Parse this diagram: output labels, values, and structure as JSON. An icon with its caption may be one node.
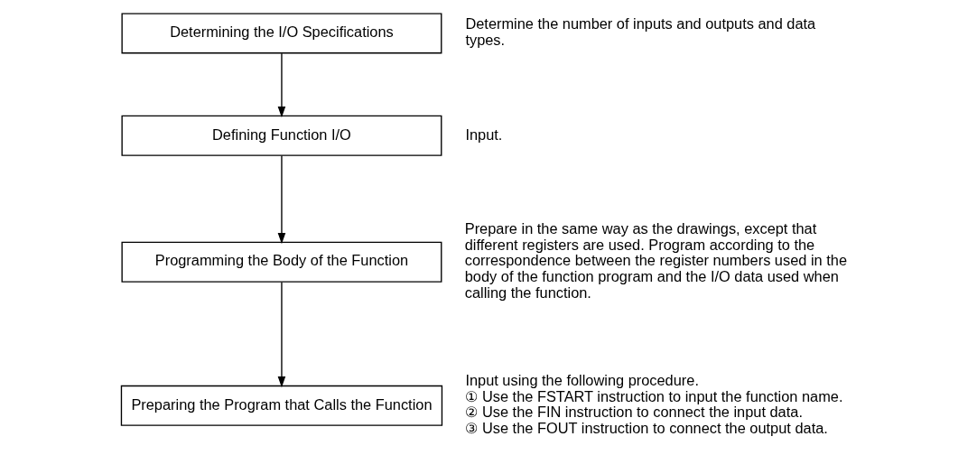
{
  "diagram": {
    "nodes": [
      {
        "text": [
          "Determining the I/O Specifications"
        ],
        "beside": [
          "Determine the number of inputs and outputs and data types."
        ]
      },
      {
        "text": [
          "Defining Function I/O"
        ],
        "beside": [
          "Input."
        ]
      },
      {
        "text": [
          "Programming the Body of the Function"
        ],
        "beside": [
          "Prepare in the same way as the drawings, except that different registers are used. Program according to the correspondence between the register numbers used in the body of the function program and the I/O data used when calling the function."
        ]
      },
      {
        "text": [
          "Preparing the Program that Calls the Function"
        ],
        "beside": [
          "Input using the following procedure.",
          "① Use the FSTART instruction to input the function name.",
          "② Use the FIN instruction to connect the input data.",
          "③ Use the FOUT instruction to connect the output data."
        ]
      }
    ],
    "edges": [
      {
        "from": 0,
        "to": 1,
        "arrow": "to"
      },
      {
        "from": 1,
        "to": 2,
        "arrow": "to"
      },
      {
        "from": 2,
        "to": 3,
        "arrow": "to"
      }
    ]
  }
}
